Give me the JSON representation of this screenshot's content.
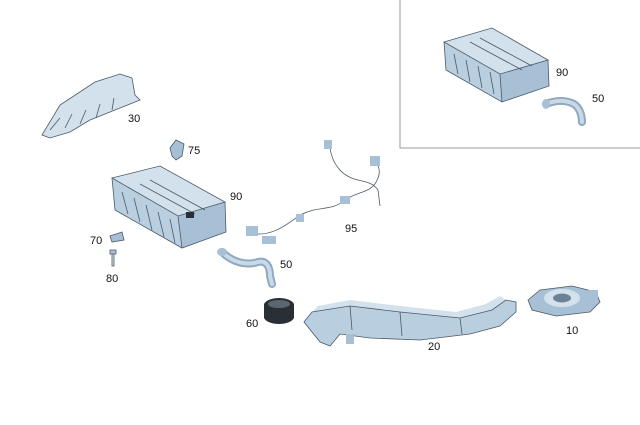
{
  "callouts": {
    "p30": "30",
    "p75": "75",
    "p90_main": "90",
    "p95": "95",
    "p70": "70",
    "p80": "80",
    "p50_main": "50",
    "p60": "60",
    "p20": "20",
    "p10": "10",
    "p90_inset": "90",
    "p50_inset": "50"
  },
  "colors": {
    "part": "#b9cfe0",
    "outline": "#4a5a68",
    "inset_border": "#9a9a9a"
  }
}
